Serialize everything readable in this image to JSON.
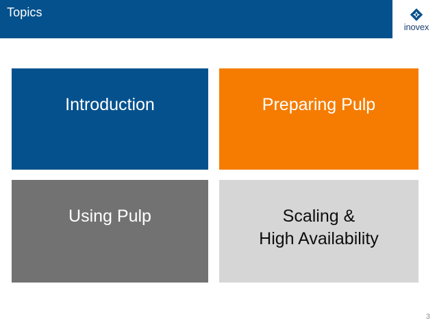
{
  "slide": {
    "title": "Topics",
    "page_number": "3",
    "colors": {
      "brand_blue": "#04518d",
      "brand_orange": "#f57c00",
      "mid_gray": "#727272",
      "light_gray": "#d6d6d6",
      "logo_text": "#1c3f72",
      "page_number_gray": "#8c8c8c"
    }
  },
  "logo": {
    "wordmark": "inovex",
    "mark_name": "inovex-diamond-logo"
  },
  "tiles": [
    {
      "id": "introduction",
      "label": "Introduction",
      "background": "#04518d",
      "text_color": "#ffffff"
    },
    {
      "id": "preparing-pulp",
      "label": "Preparing Pulp",
      "background": "#f57c00",
      "text_color": "#ffffff"
    },
    {
      "id": "using-pulp",
      "label": "Using Pulp",
      "background": "#727272",
      "text_color": "#ffffff"
    },
    {
      "id": "scaling-high-availability",
      "label": "Scaling &\nHigh Availability",
      "background": "#d6d6d6",
      "text_color": "#0d0d0d"
    }
  ]
}
